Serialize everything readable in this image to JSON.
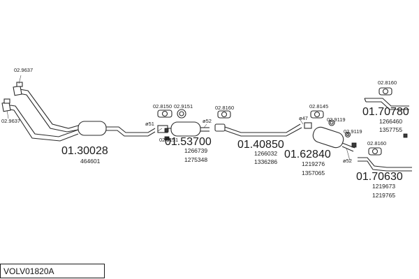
{
  "diagram_code": "VOLV01820A",
  "clamps": {
    "c1": "02.9637",
    "c2": "02.9637",
    "c3": "02.8150",
    "c4": "02.9151",
    "c5": "02.8160",
    "c6": "02.8145",
    "c7": "02.9119",
    "c8": "02.9119",
    "c9": "02.8160",
    "c10": "02.8160",
    "c11": "02.9151"
  },
  "pipe_sizes": {
    "s1": "ø51",
    "s2": "ø52",
    "s3": "ø47",
    "s4": "ø52"
  },
  "parts": {
    "p1": {
      "number": "01.30028",
      "refs": [
        "464601"
      ]
    },
    "p2": {
      "number": "01.53700",
      "refs": [
        "1266739",
        "1275348"
      ]
    },
    "p3": {
      "number": "01.40850",
      "refs": [
        "1266032",
        "1336286"
      ]
    },
    "p4": {
      "number": "01.62840",
      "refs": [
        "1219276",
        "1357065"
      ]
    },
    "p5": {
      "number": "01.70780",
      "refs": [
        "1266460",
        "1357755"
      ]
    },
    "p6": {
      "number": "01.70630",
      "refs": [
        "1219673",
        "1219765"
      ]
    }
  }
}
